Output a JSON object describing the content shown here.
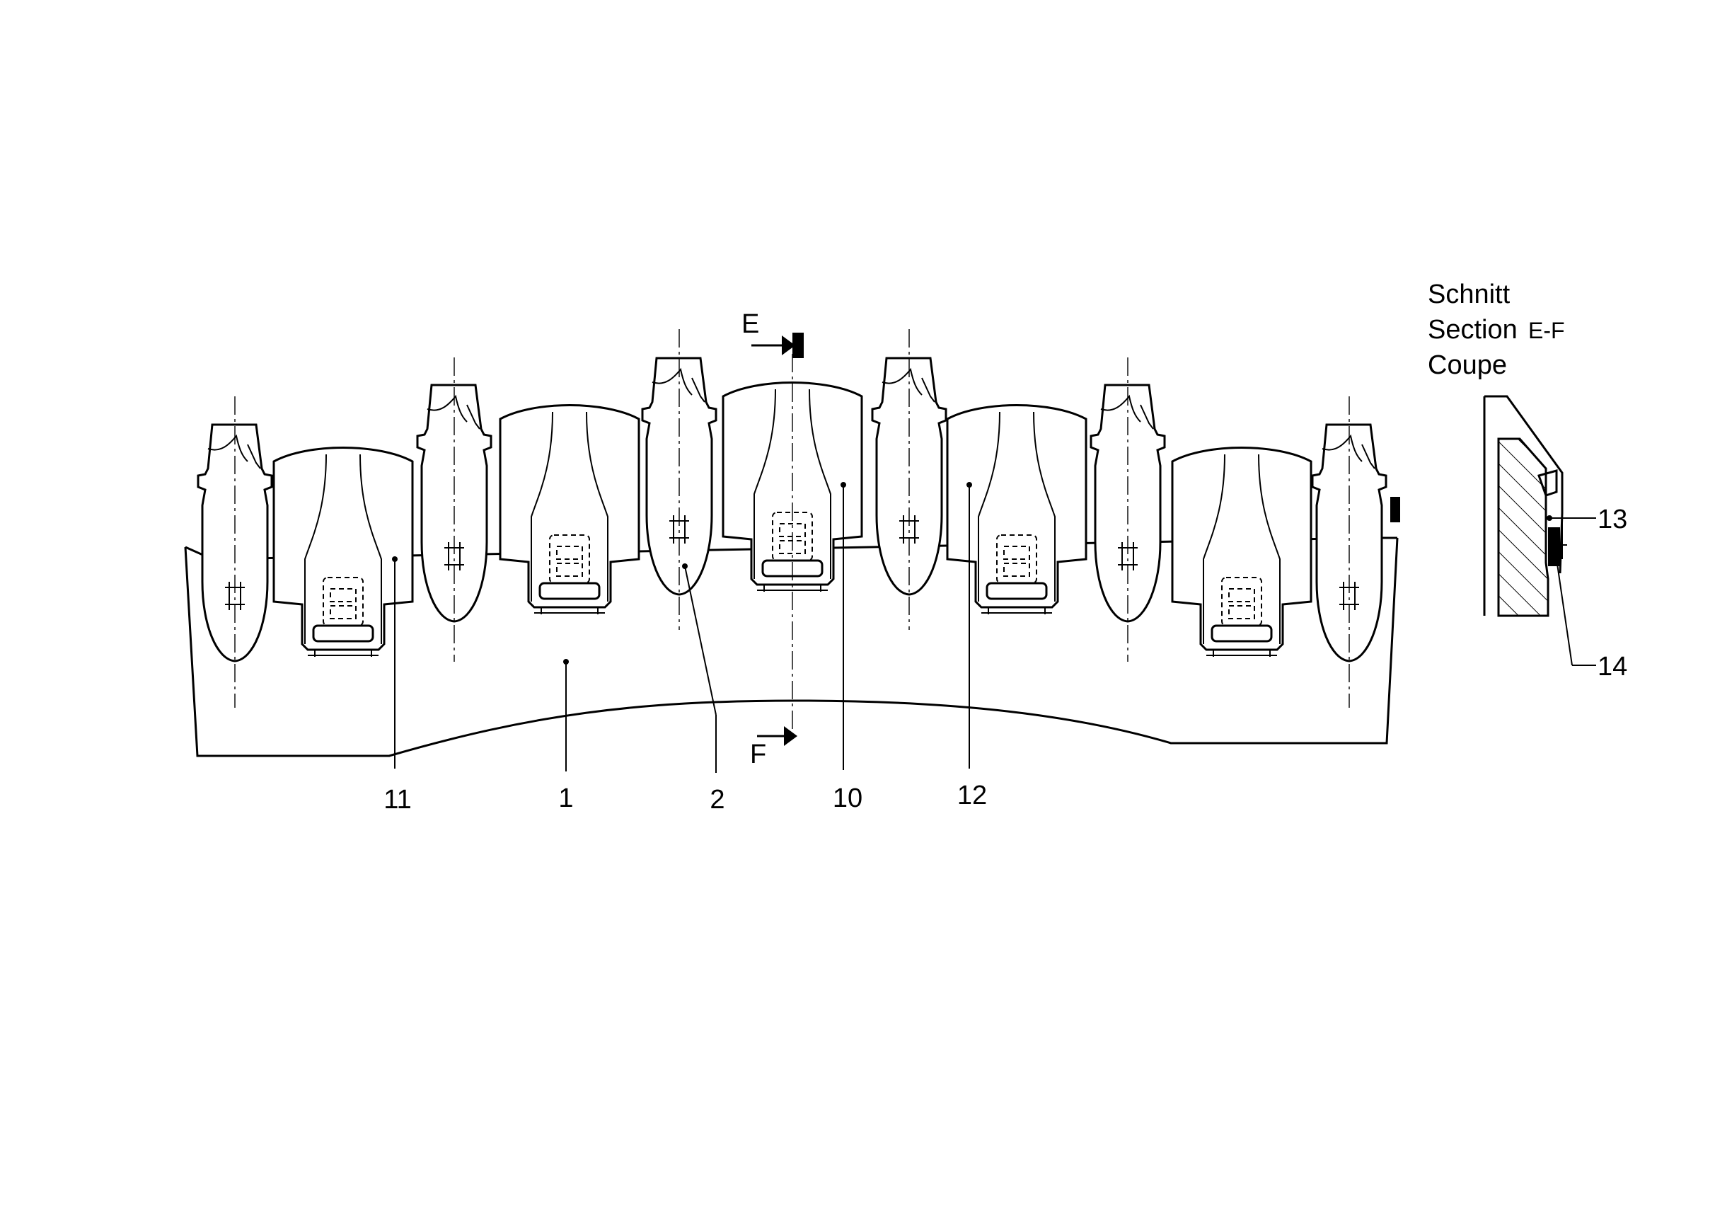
{
  "section_title": {
    "line1": "Schnitt",
    "line2": "Section",
    "line2_suffix": "E-F",
    "line3": "Coupe"
  },
  "cut_markers": {
    "top": "E",
    "bottom": "F"
  },
  "callouts": {
    "c11": "11",
    "c1": "1",
    "c2": "2",
    "c10": "10",
    "c12": "12",
    "c13": "13",
    "c14": "14"
  }
}
